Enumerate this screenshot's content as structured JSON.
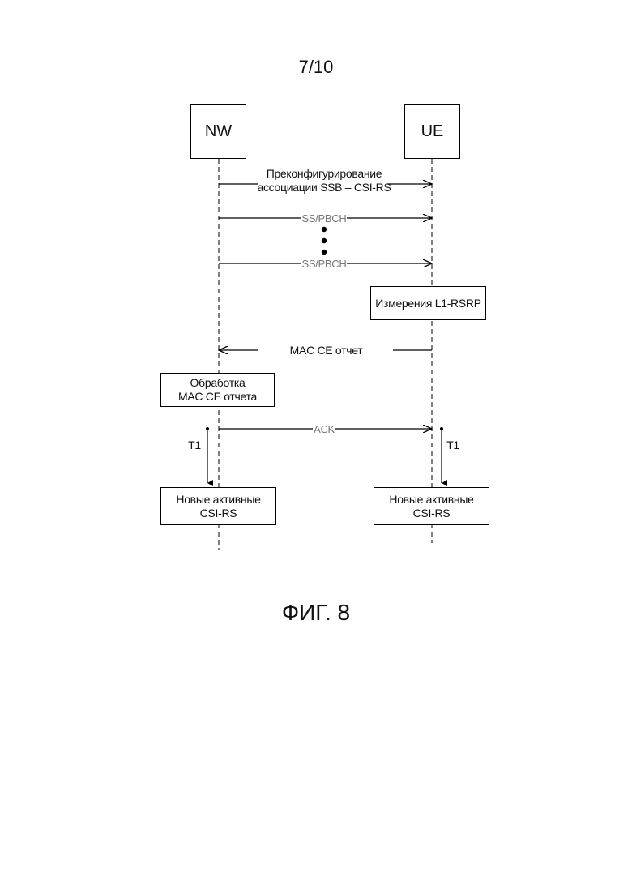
{
  "page_number": "7/10",
  "figure_caption": "ФИГ. 8",
  "entities": {
    "nw": "NW",
    "ue": "UE"
  },
  "messages": {
    "preconfig_line1": "Преконфигурирование",
    "preconfig_line2": "ассоциации SSB – CSI-RS",
    "ss_pbch_1": "SS/PBCH",
    "ss_pbch_2": "SS/PBCH",
    "mac_ce_report": "MAC CE отчет",
    "ack": "ACK"
  },
  "processes": {
    "l1_rsrp": "Измерения L1-RSRP",
    "mac_ce_line1": "Обработка",
    "mac_ce_line2": "MAC CE отчета",
    "nw_new_line1": "Новые активные",
    "nw_new_line2": "CSI-RS",
    "ue_new_line1": "Новые активные",
    "ue_new_line2": "CSI-RS"
  },
  "timers": {
    "nw": "T1",
    "ue": "T1"
  }
}
